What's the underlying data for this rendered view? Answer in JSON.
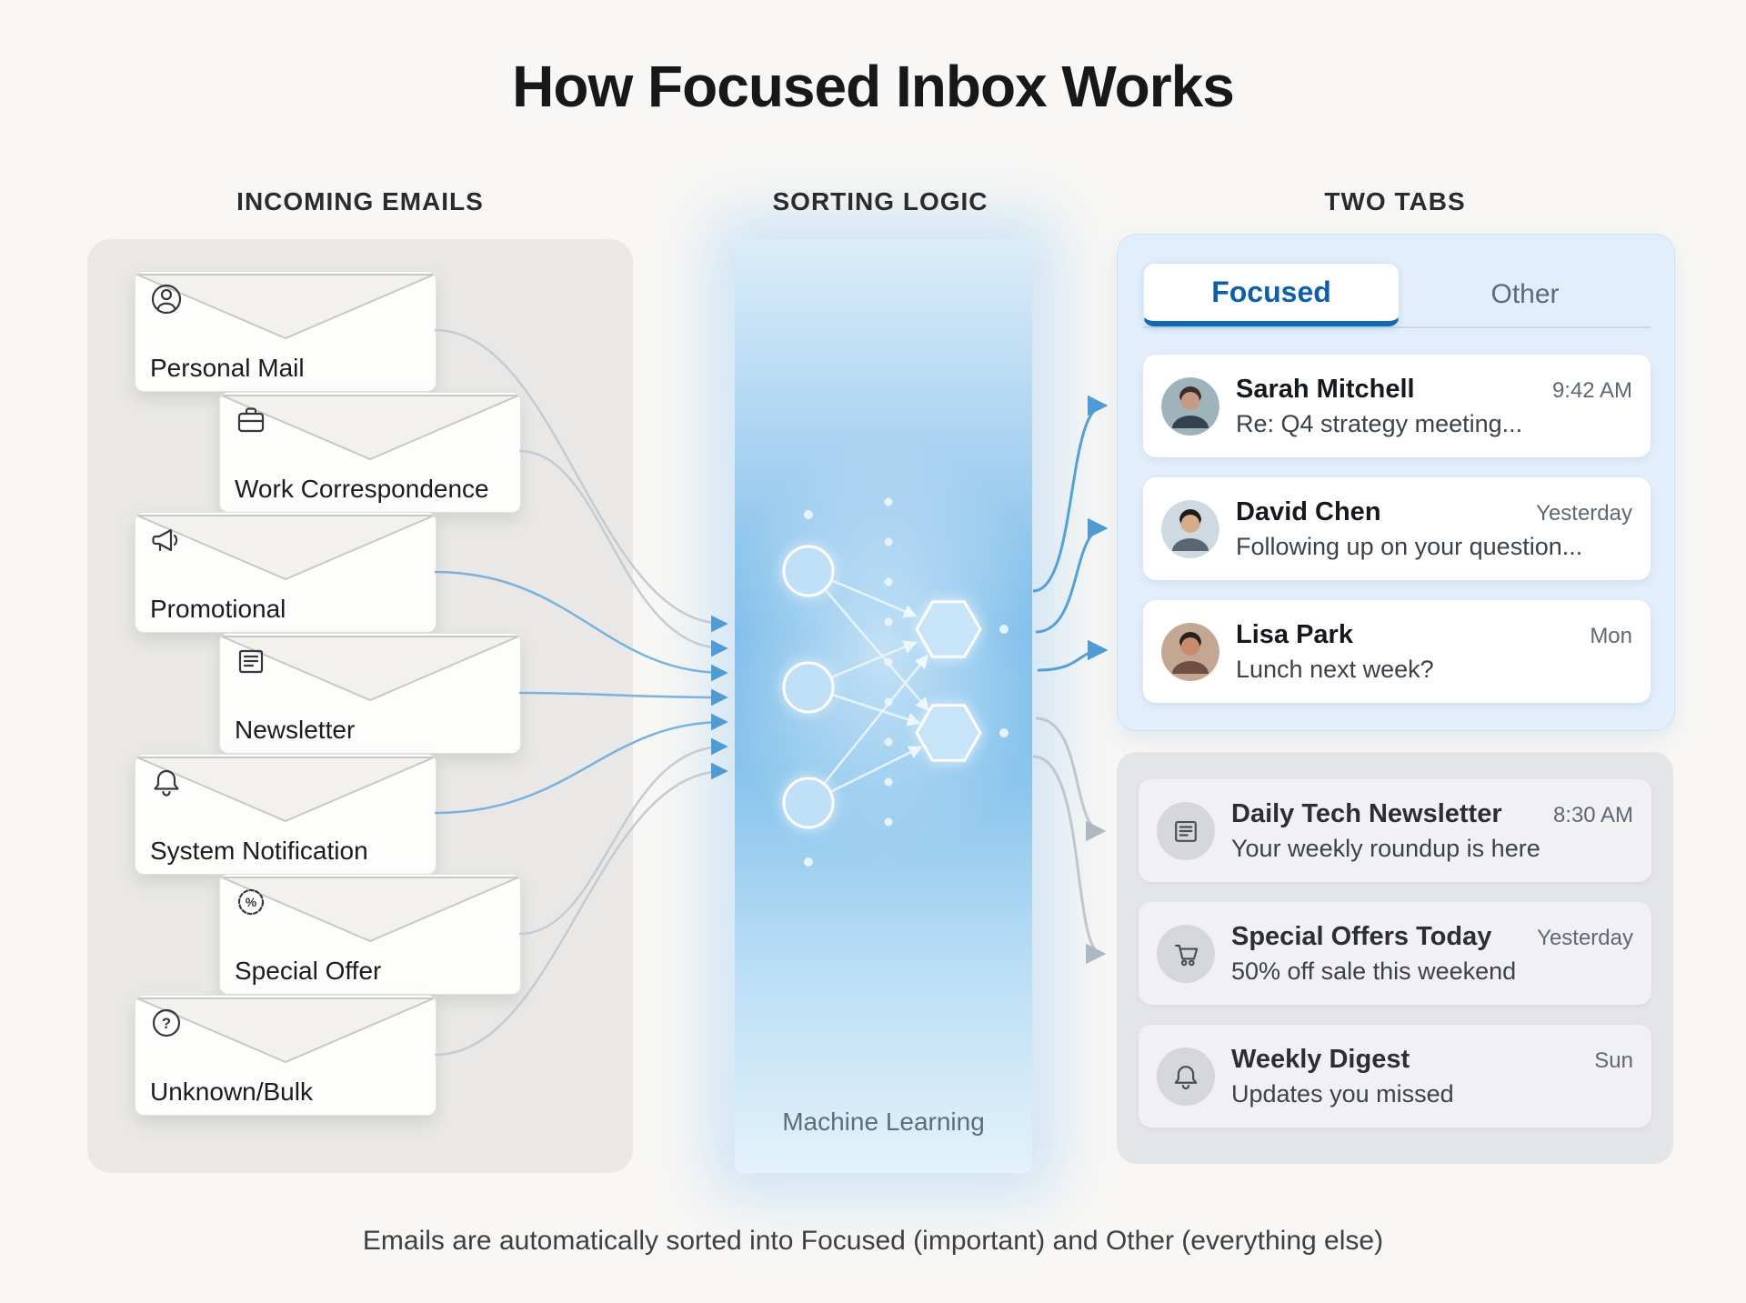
{
  "title": "How Focused Inbox Works",
  "column_headers": {
    "incoming": "INCOMING EMAILS",
    "sorting": "SORTING LOGIC",
    "tabs": "TWO TABS"
  },
  "incoming_emails": [
    {
      "label": "Personal Mail",
      "icon": "person-icon"
    },
    {
      "label": "Work Correspondence",
      "icon": "briefcase-icon"
    },
    {
      "label": "Promotional",
      "icon": "megaphone-icon"
    },
    {
      "label": "Newsletter",
      "icon": "newspaper-icon"
    },
    {
      "label": "System Notification",
      "icon": "bell-icon"
    },
    {
      "label": "Special Offer",
      "icon": "discount-badge-icon"
    },
    {
      "label": "Unknown/Bulk",
      "icon": "question-icon"
    }
  ],
  "sorting": {
    "caption": "Machine Learning"
  },
  "tabs": {
    "focused": "Focused",
    "other": "Other"
  },
  "focused_emails": [
    {
      "sender": "Sarah Mitchell",
      "time": "9:42 AM",
      "subject": "Re: Q4 strategy meeting..."
    },
    {
      "sender": "David Chen",
      "time": "Yesterday",
      "subject": "Following up on your question..."
    },
    {
      "sender": "Lisa Park",
      "time": "Mon",
      "subject": "Lunch next week?"
    }
  ],
  "other_emails": [
    {
      "sender": "Daily Tech Newsletter",
      "time": "8:30 AM",
      "subject": "Your weekly roundup is here",
      "icon": "newspaper-icon"
    },
    {
      "sender": "Special Offers Today",
      "time": "Yesterday",
      "subject": "50% off sale this weekend",
      "icon": "cart-icon"
    },
    {
      "sender": "Weekly Digest",
      "time": "Sun",
      "subject": "Updates you missed",
      "icon": "bell-icon"
    }
  ],
  "footer": "Emails are automatically sorted into Focused (important) and Other (everything else)",
  "colors": {
    "accent_blue": "#1268b3",
    "band_blue": "#7abcea",
    "panel_gray": "#e9e8e6",
    "focused_card": "#e2eefb",
    "other_card": "#e4e5e7"
  }
}
